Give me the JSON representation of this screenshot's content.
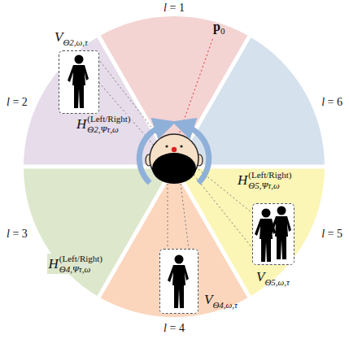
{
  "diagram": {
    "nodes": [
      {
        "text": [
          "VΘ2,ω,τ"
        ]
      },
      {
        "text": [
          "VΘ5,ω,τ"
        ]
      },
      {
        "text": [
          "VΘ4,ω,τ"
        ]
      }
    ],
    "labels": [
      "l = 1",
      "p0",
      "l = 2",
      "l = 6",
      "H(Left/Right)Θ2,Ψτ,ω",
      "H(Left/Right)Θ5,Ψτ,ω",
      "l = 3",
      "H(Left/Right)Θ4,Ψτ,ω",
      "l = 5",
      "l = 4"
    ]
  }
}
